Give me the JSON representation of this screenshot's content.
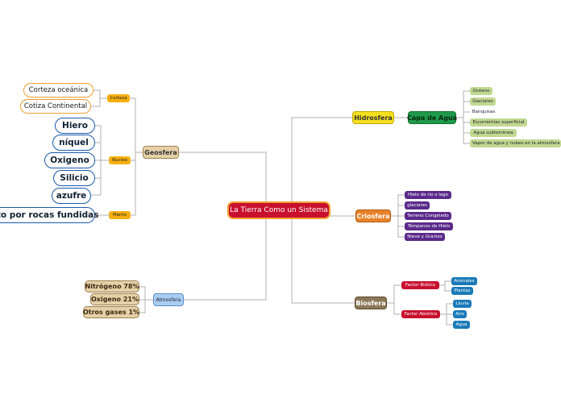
{
  "central": "La Tierra Como un Sistema",
  "geosfera": {
    "label": "Geosfera",
    "corteza": {
      "label": "Corteza",
      "items": [
        "Corteza oceánica",
        "Cotiza Continental"
      ]
    },
    "nucleo": {
      "label": "Nucleo",
      "items": [
        "Hiero",
        "níquel",
        "Oxigeno",
        "Silicio",
        "azufre"
      ]
    },
    "manto": {
      "label": "Manto",
      "item": "esto por rocas fundidas"
    }
  },
  "atmosfera": {
    "label": "Atmosfera",
    "items": [
      "Nitrógeno 78%",
      "Oxigeno 21%",
      "Otros gases 1%"
    ]
  },
  "hidrosfera": {
    "label": "Hidrosfera",
    "capa": {
      "label": "Capa de Agua",
      "items": [
        "Océano",
        "Glaciares",
        "Banquisas",
        "Escorrentías superficial",
        "Agua subterránea",
        "Vapor de agua y nubes en la atmosfera"
      ]
    }
  },
  "criosfera": {
    "label": "Criosfera",
    "items": [
      "Hielo de rio o lago",
      "glaciares",
      "Terreno Congelado",
      "Témpanos de Hielo",
      "Nieve y Granizo"
    ]
  },
  "biosfera": {
    "label": "Biosfera",
    "biotico": {
      "label": "Factor Biótico",
      "items": [
        "Animales",
        "Plantas"
      ]
    },
    "abiotico": {
      "label": "Factor Abiótico",
      "items": [
        "Lluvia",
        "Aire",
        "Agua"
      ]
    }
  },
  "colors": {
    "central": "#c8102e",
    "geosfera": "#e6d0a8",
    "atmosfera": "#a8cdf0",
    "hidrosfera": "#f5e020",
    "capa": "#1e9a4a",
    "criosfera": "#e8822a",
    "biosfera": "#8a7858",
    "factor": "#c8102e",
    "sublabel": "#f5b010"
  }
}
